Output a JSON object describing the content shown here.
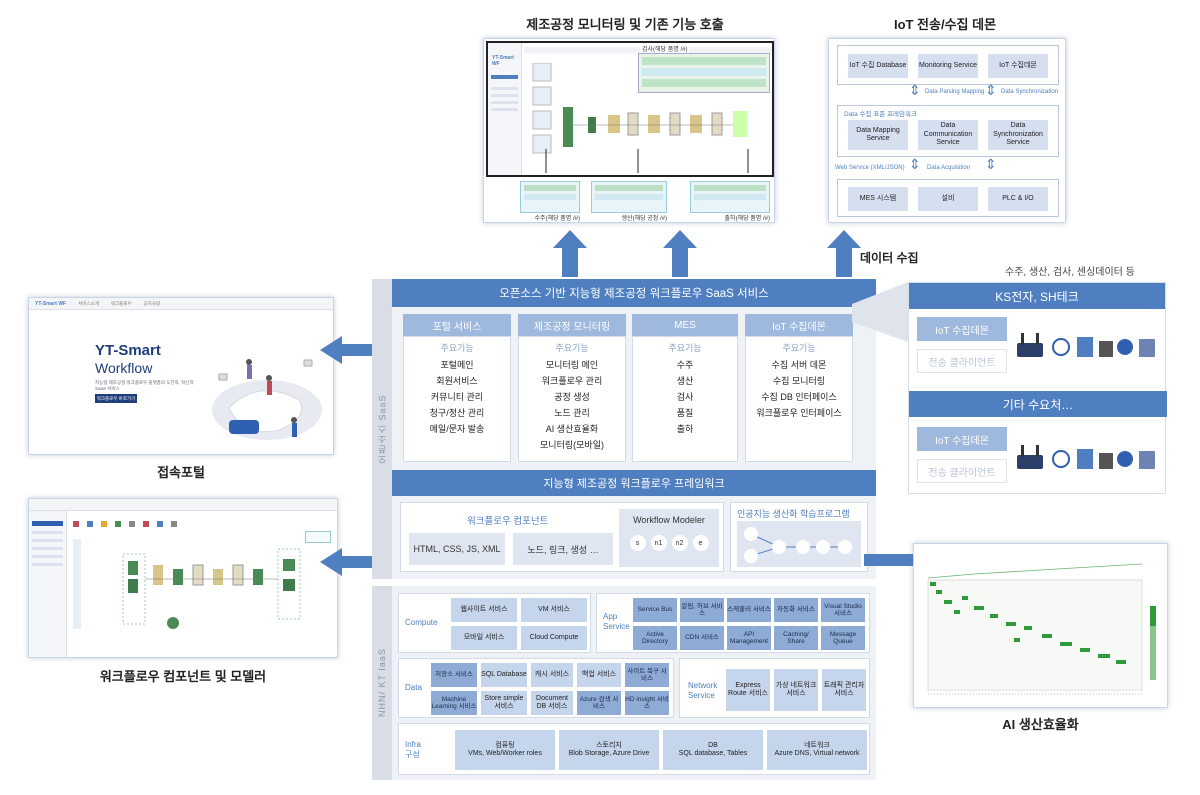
{
  "titles": {
    "monitoring": "제조공정 모니터링 및 기존 기능 호출",
    "iot_demon": "IoT 전송/수집 데몬",
    "portal": "접속포털",
    "workflow": "워크플로우 컴포넌트 및 모델러",
    "ai": "AI 생산효율화"
  },
  "labels": {
    "data_collect": "데이터 수집",
    "suppliers_note": "수주, 생산, 검사, 센싱데이터 등"
  },
  "monitor_shot": {
    "top_caption": "검사(해당 품명 /#)",
    "bottom_captions": [
      "수주(해당 품명 /#)",
      "생산(해당 공정 /#)",
      "출하(해당 품명 /#)"
    ],
    "logo": "YT-Smart WF"
  },
  "iot": {
    "top_row": [
      "IoT 수집 Database",
      "Monitoring Service",
      "IoT 수집데몬"
    ],
    "mid_title": "Data 수집 표준 프레임워크",
    "mid_row": [
      "Data Mapping Service",
      "Data Communication Service",
      "Data Synchronization Service"
    ],
    "bottom_row": [
      "MES 시스템",
      "설비",
      "PLC & I/O"
    ],
    "link_labels": [
      "Data Parsing Mapping",
      "Data Synchronization",
      "Web Service (XML/JSON)",
      "Data Acquisition"
    ]
  },
  "portal": {
    "hero_title": "YT-Smart",
    "hero_sub": "Workflow",
    "desc": "지능형 제조공정 워크플로우 플랫폼의 도전적, 혁신적 SaaS 서비스",
    "cta": "워크플로우 바로가기",
    "nav": [
      "서비스소개",
      "워크플로우",
      "공지사항"
    ]
  },
  "saas": {
    "vertical_label": "오픈소스 SaaS",
    "header": "오픈소스 기반 지능형 제조공정 워크플로우 SaaS 서비스",
    "sub_label": "주요기능",
    "columns": [
      {
        "name": "포털 서비스",
        "items": [
          "포털메인",
          "회원서비스",
          "커뮤니티 관리",
          "청구/정산 관리",
          "메일/문자 발송"
        ]
      },
      {
        "name": "제조공정 모니터링",
        "items": [
          "모니터링 메인",
          "워크플로우 관리",
          "공정 생성",
          "노드 관리",
          "AI 생산효율화",
          "모니터링(모바일)"
        ]
      },
      {
        "name": "MES",
        "items": [
          "수주",
          "생산",
          "검사",
          "품질",
          "출하"
        ]
      },
      {
        "name": "IoT 수집데몬",
        "items": [
          "수집 서버 데몬",
          "수집 모니터링",
          "수집 DB 인터페이스",
          "워크플로우 인터페이스"
        ]
      }
    ],
    "framework_header": "지능형 제조공정 워크플로우 프레임워크",
    "component_title": "워크플로우 컴포넌트",
    "component_a": "HTML, CSS, JS, XML",
    "component_b": "노드, 링크, 생성 …",
    "modeler_title": "Workflow Modeler",
    "modeler_nodes": [
      "s",
      "n1",
      "n2",
      "e"
    ],
    "ai_title": "인공지능 생산화 학습프로그램"
  },
  "cloud": {
    "vertical_label": "NHN/ KT IaaS",
    "compute": {
      "label": "Compute",
      "items": [
        "웹사이트 서비스",
        "VM 서비스",
        "모바일 서비스",
        "Cloud Compute"
      ]
    },
    "app": {
      "label": "App Service",
      "items": [
        "Service Bus",
        "알림, 허브 서비스",
        "스케줄러 서비스",
        "자동화 서비스",
        "Visual Studio 서비스",
        "Active Directory",
        "CDN 서비스",
        "API Management",
        "Caching/ Share",
        "Message Queue"
      ]
    },
    "data": {
      "label": "Data",
      "items": [
        "저장소 서비스",
        "SQL Database",
        "캐시 서비스",
        "백업 서비스",
        "사이트 복구 서비스",
        "Machine Learning 서비스",
        "Store simple 서비스",
        "Document DB 서비스",
        "Azure 검색 서비스",
        "HD insight 서비스"
      ]
    },
    "network": {
      "label": "Network Service",
      "items": [
        "Express Route 서비스",
        "가상 네트워크 서비스",
        "트래픽 관리자 서비스"
      ]
    },
    "infra": {
      "label": "Infra 구성",
      "items": [
        {
          "title": "컴퓨팅",
          "sub": "VMs, Web/Worker roles"
        },
        {
          "title": "스토리지",
          "sub": "Blob Storage, Azure Drive"
        },
        {
          "title": "DB",
          "sub": "SQL database, Tables"
        },
        {
          "title": "네트워크",
          "sub": "Azure DNS, Virtual network"
        }
      ]
    }
  },
  "suppliers": [
    {
      "name": "KS전자, SH테크",
      "btn_a": "IoT 수집데몬",
      "btn_b": "전송 클라이언트"
    },
    {
      "name": "기타 수요처…",
      "btn_a": "IoT 수집데몬",
      "btn_b": "전송 클라이언트"
    }
  ],
  "colors": {
    "accent": "#4f7fc0",
    "light": "#9fb8dd",
    "box": "#c5d5ec"
  }
}
